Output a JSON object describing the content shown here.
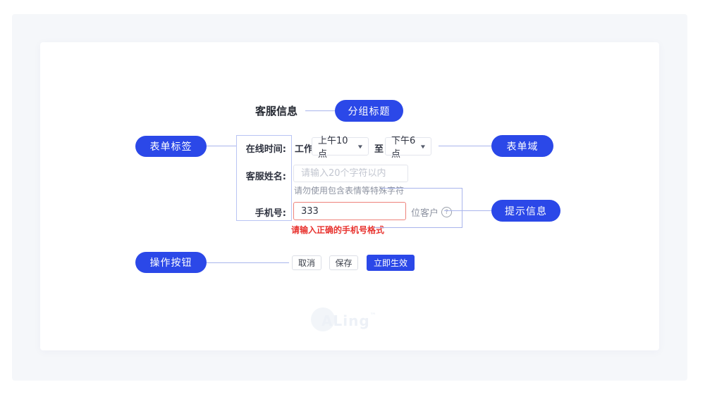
{
  "colors": {
    "accent": "#2b48e8",
    "connector": "#a9b5ec",
    "error": "#e8322e",
    "panel_bg": "#f5f7fa"
  },
  "icons": {
    "chevron_down": "▼",
    "help": "?"
  },
  "annotations": {
    "group_title": "分组标题",
    "form_label": "表单标签",
    "form_field": "表单域",
    "hint_info": "提示信息",
    "action_buttons": "操作按钮"
  },
  "form": {
    "title": "客服信息",
    "online_time": {
      "label": "在线时间:",
      "prefix": "工作日",
      "start_value": "上午10点",
      "connector": "至",
      "end_value": "下午6点"
    },
    "service_name": {
      "label": "客服姓名:",
      "placeholder": "请输入20个字符以内",
      "helper": "请勿使用包含表情等特殊字符"
    },
    "phone": {
      "label": "手机号:",
      "value": "333",
      "suffix": "位客户",
      "error": "请输入正确的手机号格式"
    },
    "buttons": {
      "cancel": "取消",
      "save": "保存",
      "apply": "立即生效"
    }
  },
  "watermark": {
    "text": "ALing",
    "mark": "™"
  }
}
